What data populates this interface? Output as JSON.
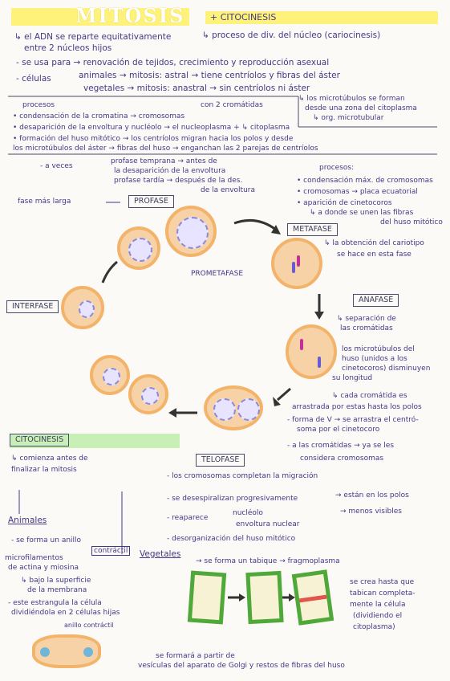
{
  "title": {
    "main": "MITOSIS",
    "sub": "+ CITOCINESIS"
  },
  "intro": {
    "line1": "↳ el ADN se reparte equitativamente",
    "line1b": "entre 2 núcleos hijos",
    "line1_right": "↳ proceso de div. del núcleo (cariocinesis)",
    "use": "- se usa para → renovación de tejidos, crecimiento y reproducción asexual",
    "cells_label": "- células",
    "cells_animal": "animales → mitosis: astral → tiene centríolos y fibras del áster",
    "cells_plant": "vegetales → mitosis: anastral → sin centríolos ni áster",
    "microtubules": "↳ los microtúbulos se forman",
    "microtubules2": "desde una zona del citoplasma",
    "microtubules3": "↳ org. microtubular"
  },
  "procesos": {
    "label": "procesos",
    "p1": "• condensación de la cromatina → cromosomas",
    "p1_note": "con 2 cromátidas",
    "p2": "• desaparición de la envoltura y nucléolo → el nucleoplasma + ↳ citoplasma",
    "p3": "• formación del huso mitótico → los centríolos migran hacia los polos y desde",
    "p4": "los microtúbulos del áster → fibras del huso → enganchan las 2 parejas de centríolos"
  },
  "prometafase_note": {
    "label": "- a veces",
    "a": "profase temprana → antes de",
    "b": "la desaparición de la envoltura",
    "c": "profase tardía → después de la des.",
    "d": "de la envoltura"
  },
  "labels": {
    "longest": "fase más larga",
    "profase": "PROFASE",
    "prometafase": "PROMETAFASE",
    "metafase": "METAFASE",
    "interfase": "INTERFASE",
    "anafase": "ANAFASE",
    "telofase": "TELOFASE",
    "citocinesis": "CITOCINESIS"
  },
  "metafase_notes": {
    "label": "procesos:",
    "a": "• condensación máx. de cromosomas",
    "b": "• cromosomas → placa ecuatorial",
    "c": "• aparición de cinetocoros",
    "d": "↳ a donde se unen las fibras",
    "e": "del huso mitótico",
    "f": "↳ la obtención del cariotipo",
    "g": "se hace en esta fase"
  },
  "anafase_notes": {
    "a": "↳ separación de",
    "b": "las cromátidas",
    "c": "los microtúbulos del",
    "d": "huso (unidos a los",
    "e": "cinetocoros) disminuyen",
    "f": "su longitud",
    "g": "↳ cada cromátida es",
    "h": "arrastrada por estas hasta los polos",
    "i": "- forma de V → se arrastra el centró-",
    "j": "soma por el cinetocoro",
    "k": "- a las cromátidas → ya se les",
    "l": "considera cromosomas"
  },
  "citocinesis_notes": {
    "a": "↳ comienza antes de",
    "b": "finalizar la mitosis"
  },
  "telofase_notes": {
    "a": "- los cromosomas completan la migración",
    "b": "- se desespiralizan progresivamente",
    "b_right": "→ están en los polos",
    "b_right2": "→ menos visibles",
    "c": "- reaparece",
    "c1": "nucléolo",
    "c2": "envoltura nuclear",
    "d": "- desorganización del huso mitótico"
  },
  "animales": {
    "label": "Animales",
    "a": "- se forma un anillo",
    "a2": "contráctil",
    "b": "microfilamentos",
    "c": "de actina y miosina",
    "d": "↳ bajo la superficie",
    "e": "de la membrana",
    "f": "- este estrangula la célula",
    "g": "dividiéndola en 2 células hijas",
    "h": "anillo contráctil"
  },
  "vegetales": {
    "label": "Vegetales",
    "a": "→ se forma un tabique → fragmoplasma",
    "b": "se crea hasta que",
    "c": "tabican completa-",
    "d": "mente la célula",
    "e": "(dividiendo el",
    "f": "citoplasma)",
    "g": "se formará a partir de",
    "h": "vesículas del aparato de Golgi y restos de fibras del huso"
  },
  "colors": {
    "highlight_yellow": "#fff27a",
    "highlight_green": "#c8efb5",
    "cell_border": "#f4b36a",
    "plant_wall": "#4ea83a"
  }
}
